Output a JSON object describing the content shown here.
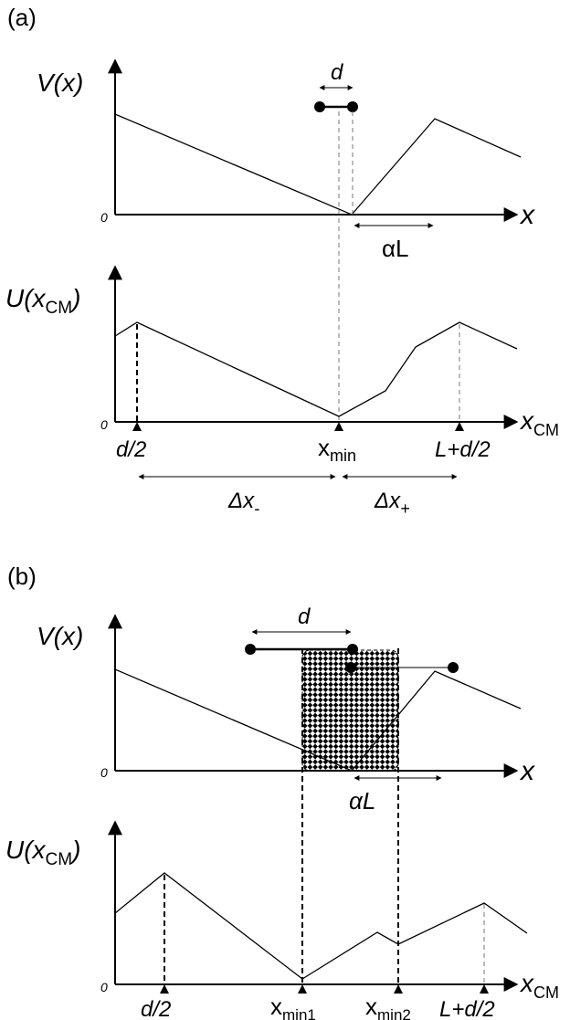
{
  "panel_a": {
    "tag": "(a)",
    "v_label": "V(x)",
    "x_label": "x",
    "zero": "0",
    "d_label": "d",
    "alphaL_label": "αL",
    "u_label_main": "U(x",
    "u_label_sub": "CM",
    "u_label_close": ")",
    "xcm_main": "x",
    "xcm_sub": "CM",
    "zero2": "0",
    "tick_d2": "d/2",
    "tick_xmin_main": "x",
    "tick_xmin_sub": "min",
    "tick_L": "L+d/2",
    "dx_minus_main": "Δx",
    "dx_minus_sub": "-",
    "dx_plus_main": "Δx",
    "dx_plus_sub": "+"
  },
  "panel_b": {
    "tag": "(b)",
    "v_label": "V(x)",
    "x_label": "x",
    "zero": "0",
    "d_label": "d",
    "alphaL_label": "αL",
    "u_label_main": "U(x",
    "u_label_sub": "CM",
    "u_label_close": ")",
    "xcm_main": "x",
    "xcm_sub": "CM",
    "zero2": "0",
    "tick_d2": "d/2",
    "tick_xmin1_main": "x",
    "tick_xmin1_sub": "min1",
    "tick_xmin2_main": "x",
    "tick_xmin2_sub": "min2",
    "tick_L": "L+d/2"
  }
}
